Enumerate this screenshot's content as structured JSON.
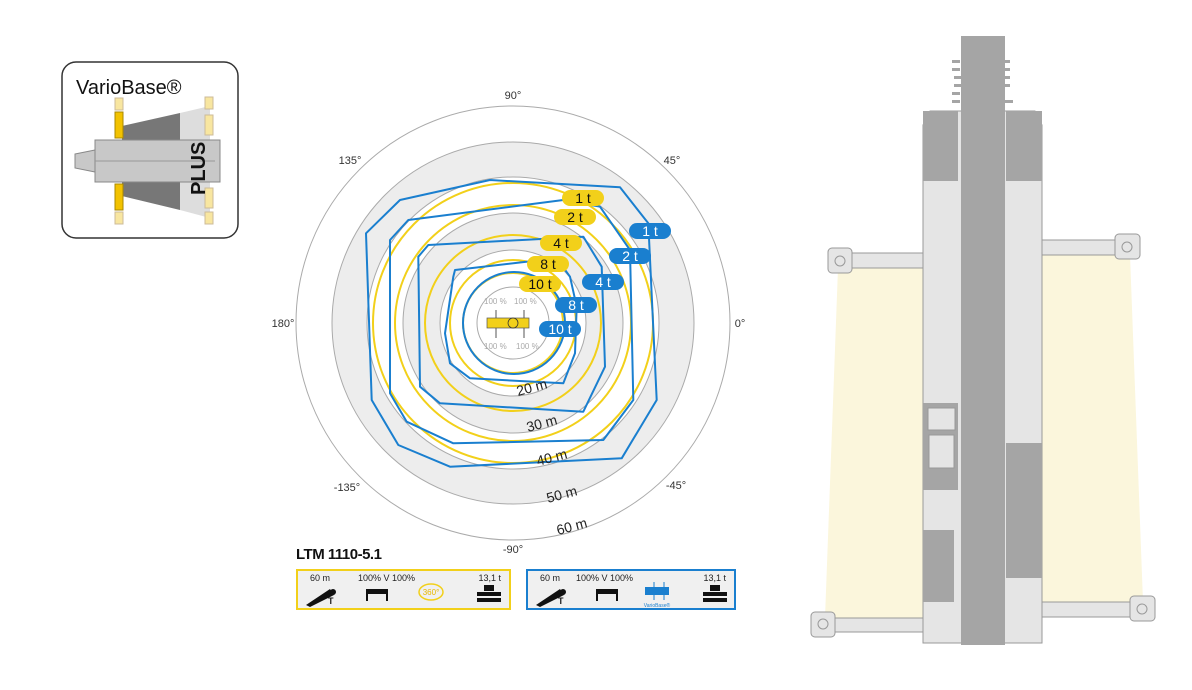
{
  "variobase_badge": {
    "title": "VarioBase®",
    "plus_label": "PLUS"
  },
  "diagram": {
    "angles": [
      "90°",
      "45°",
      "0°",
      "-45°",
      "-90°",
      "-135°",
      "180°",
      "135°"
    ],
    "distances": [
      "20 m",
      "30 m",
      "40 m",
      "50 m",
      "60 m"
    ],
    "center_percent_labels": [
      "100 %",
      "100 %",
      "100 %",
      "100 %"
    ],
    "yellow_loads": [
      "1 t",
      "2 t",
      "4 t",
      "8 t",
      "10 t"
    ],
    "blue_loads": [
      "1 t",
      "2 t",
      "4 t",
      "8 t",
      "10 t"
    ],
    "colors": {
      "yellow": "#f2d01a",
      "blue": "#1a7fcf",
      "ring_gray": "#ededed",
      "line_gray": "#aaaaaa"
    }
  },
  "legend": {
    "model": "LTM 1110-5.1",
    "yellow_config": {
      "boom": "60 m",
      "outriggers": "100% V 100%",
      "slew": "360°",
      "counterweight": "13,1 t"
    },
    "blue_config": {
      "boom": "60 m",
      "outriggers": "100% V 100%",
      "slew_icon_label": "VarioBase®",
      "counterweight": "13,1 t"
    },
    "hook_label": "T"
  }
}
